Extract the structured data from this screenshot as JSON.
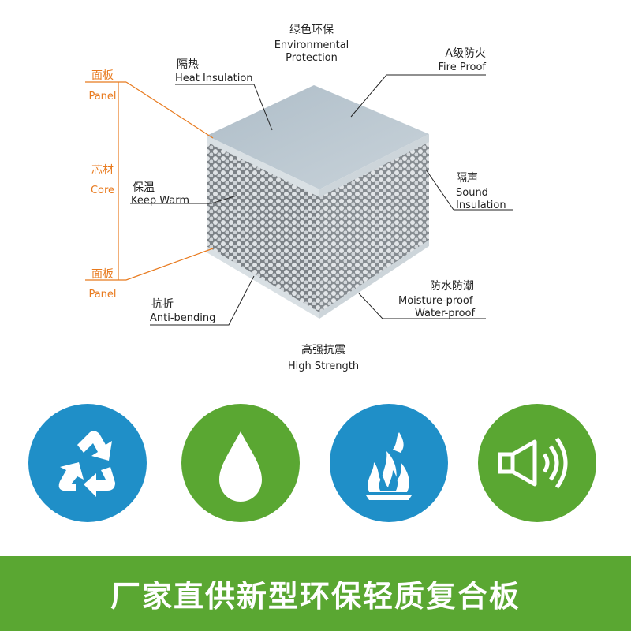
{
  "labels": {
    "env_zh": "绿色环保",
    "env_en_1": "Environmental",
    "env_en_2": "Protection",
    "heat_zh": "隔热",
    "heat_en": "Heat Insulation",
    "fire_zh": "A级防火",
    "fire_en": "Fire Proof",
    "panel_top_zh": "面板",
    "panel_top_en": "Panel",
    "core_zh": "芯材",
    "core_en": "Core",
    "panel_bottom_zh": "面板",
    "panel_bottom_en": "Panel",
    "warm_zh": "保温",
    "warm_en": "Keep Warm",
    "sound_zh": "隔声",
    "sound_en_1": "Sound",
    "sound_en_2": "Insulation",
    "moist_zh": "防水防潮",
    "moist_en_1": "Moisture-proof",
    "moist_en_2": "Water-proof",
    "bend_zh": "抗折",
    "bend_en": "Anti-bending",
    "strength_zh": "高强抗震",
    "strength_en": "High Strength"
  },
  "icons": [
    {
      "name": "recycle-icon",
      "color": "#1f8fc8"
    },
    {
      "name": "water-drop-icon",
      "color": "#5aa732"
    },
    {
      "name": "fire-icon",
      "color": "#1f8fc8"
    },
    {
      "name": "speaker-icon",
      "color": "#5aa732"
    }
  ],
  "colors": {
    "blue": "#1f8fc8",
    "green": "#5aa732",
    "orange": "#e87a1e"
  },
  "banner": {
    "text": "厂家直供新型环保轻质复合板"
  }
}
